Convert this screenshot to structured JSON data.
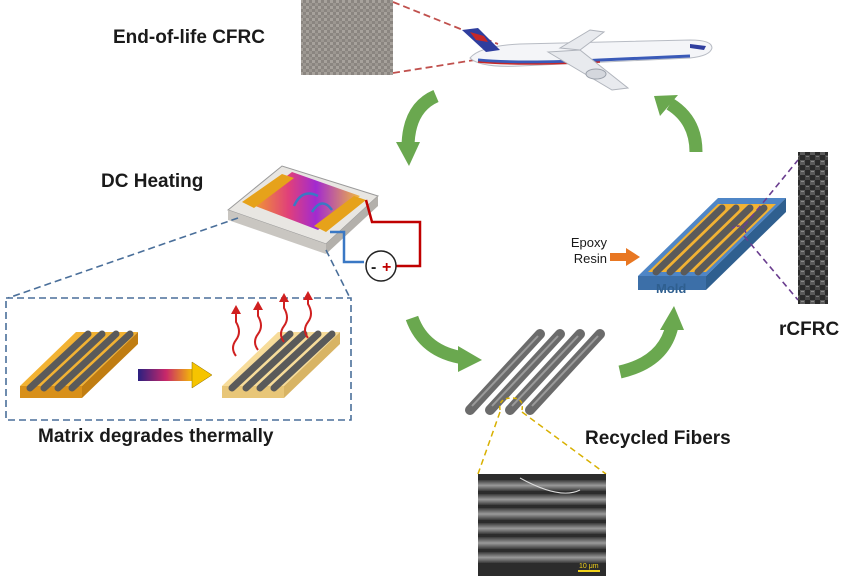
{
  "labels": {
    "eol_cfrc": "End-of-life CFRC",
    "dc_heating": "DC Heating",
    "polarity_minus": "-",
    "polarity_plus": "+",
    "matrix_degrades": "Matrix degrades thermally",
    "recycled_fibers": "Recycled Fibers",
    "epoxy_resin_line1": "Epoxy",
    "epoxy_resin_line2": "Resin",
    "mold": "Mold",
    "rcfrc": "rCFRC",
    "scale_bar": "10 μm"
  },
  "colors": {
    "cycle_arrow": "#6aa84f",
    "dashed_red": "#c0504d",
    "dashed_blue": "#4a6f9a",
    "dashed_yellow": "#d8b000",
    "dashed_purple": "#6a3d8f",
    "composite_yellow": "#f2b233",
    "fiber_gray": "#6b6b6b",
    "mold_blue": "#4f86c6",
    "wire_red": "#c00000",
    "wire_blue": "#3a78c4"
  }
}
